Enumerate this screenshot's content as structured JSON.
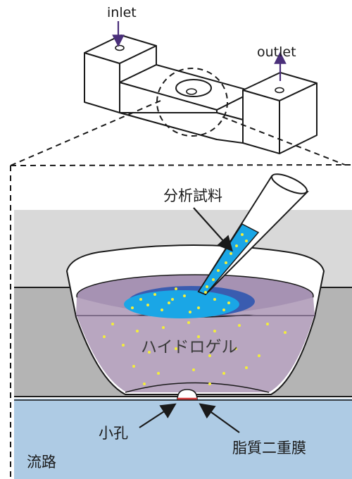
{
  "labels": {
    "inlet": "inlet",
    "outlet": "outlet",
    "sample": "分析試料",
    "hydrogel": "ハイドロゲル",
    "pore": "小孔",
    "bilayer": "脂質二重膜",
    "channel": "流路"
  },
  "colors": {
    "arrow_purple": "#4a2f7a",
    "gray_top": "#d9d9d9",
    "gray_mid": "#b4b4b4",
    "hydrogel": "#b8a6c0",
    "hydrogel_top": "#a692b3",
    "sample_blue": "#1aa6e6",
    "sample_dark": "#3a5cb0",
    "channel_blue": "#aecbe4",
    "dot_yellow": "#f3ee3a",
    "bilayer_red": "#d23a3a"
  },
  "icons": [
    "arrow-icon"
  ]
}
